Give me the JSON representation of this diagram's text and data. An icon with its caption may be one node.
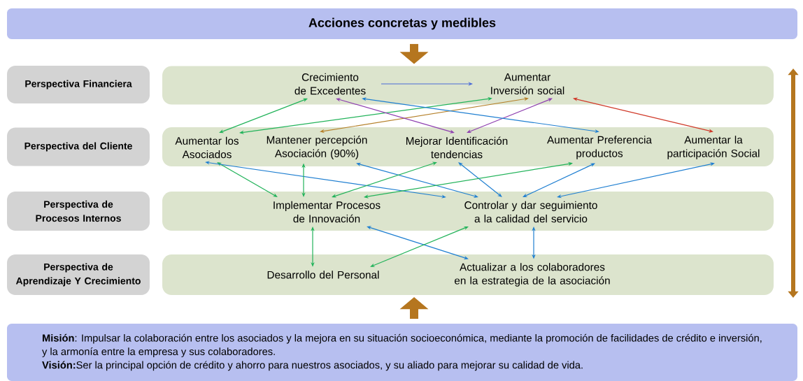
{
  "diagram": {
    "nodes": [
      {
        "text": [
          "Acciones concretas y medibles"
        ]
      },
      {
        "text": [
          "Perspectiva Financiera"
        ]
      },
      {
        "text": [],
        "shape": "box"
      },
      {
        "text": [
          "Crecimiento de Excedentes"
        ],
        "in": 2
      },
      {
        "text": [
          "Aumentar Inversión social"
        ],
        "in": 2
      },
      {
        "text": [
          "Perspectiva del Cliente"
        ]
      },
      {
        "text": [],
        "shape": "box"
      },
      {
        "text": [
          "Aumentar los Asociados"
        ],
        "in": 6
      },
      {
        "text": [
          "Mantener percepción Asociación (90%)"
        ],
        "in": 6
      },
      {
        "text": [
          "Mejorar Identificación tendencias"
        ],
        "in": 6
      },
      {
        "text": [
          "Aumentar Preferencia productos"
        ],
        "in": 6
      },
      {
        "text": [
          "Aumentar la participación Social"
        ],
        "in": 6
      },
      {
        "text": [
          "Perspectiva de Procesos Internos"
        ]
      },
      {
        "text": [],
        "shape": "box"
      },
      {
        "text": [
          "Implementar Procesos de Innovación"
        ],
        "in": 13
      },
      {
        "text": [
          "Controlar y dar seguimiento a la calidad del servicio"
        ],
        "in": 13
      },
      {
        "text": [
          "Perspectiva de Aprendizaje Y Crecimiento"
        ]
      },
      {
        "text": [],
        "shape": "box"
      },
      {
        "text": [
          "Desarrollo del Personal"
        ],
        "in": 17
      },
      {
        "text": [
          "Actualizar a los colaboradores en la estrategia de la asociación"
        ],
        "in": 17
      },
      {
        "text": [
          "**Misión**: Impulsar la colaboración entre los asociados y la mejora en su situación socioeconómica, mediante la promoción de facilidades de crédito e inversión, y la armonía entre la empresa y sus colaboradores.",
          "**Visión:**Ser la principal opción de crédito y ahorro para nuestros asociados, y su aliado para mejorar su calidad de vida."
        ]
      }
    ],
    "edges": [
      {
        "from": 3,
        "to": 4,
        "arrow": "to",
        "color": "#4a6ad8"
      },
      {
        "from": 3,
        "to": 7,
        "arrow": "both",
        "color": "#22b35a"
      },
      {
        "from": 4,
        "to": 7,
        "arrow": "both",
        "color": "#22b35a"
      },
      {
        "from": 4,
        "to": 8,
        "arrow": "both",
        "color": "#b5802a"
      },
      {
        "from": 3,
        "to": 9,
        "arrow": "both",
        "color": "#8e3fb0"
      },
      {
        "from": 4,
        "to": 9,
        "arrow": "both",
        "color": "#8e3fb0"
      },
      {
        "from": 3,
        "to": 10,
        "arrow": "both",
        "color": "#1f7fd1"
      },
      {
        "from": 4,
        "to": 11,
        "arrow": "both",
        "color": "#d03a2a"
      },
      {
        "from": 7,
        "to": 14,
        "arrow": "both",
        "color": "#22b35a"
      },
      {
        "from": 7,
        "to": 15,
        "arrow": "both",
        "color": "#1f7fd1"
      },
      {
        "from": 8,
        "to": 14,
        "arrow": "both",
        "color": "#22b35a"
      },
      {
        "from": 8,
        "to": 15,
        "arrow": "both",
        "color": "#1f7fd1"
      },
      {
        "from": 9,
        "to": 14,
        "arrow": "both",
        "color": "#22b35a"
      },
      {
        "from": 9,
        "to": 15,
        "arrow": "both",
        "color": "#1f7fd1"
      },
      {
        "from": 10,
        "to": 14,
        "arrow": "both",
        "color": "#22b35a"
      },
      {
        "from": 10,
        "to": 15,
        "arrow": "both",
        "color": "#1f7fd1"
      },
      {
        "from": 11,
        "to": 15,
        "arrow": "both",
        "color": "#1f7fd1"
      },
      {
        "from": 14,
        "to": 18,
        "arrow": "both",
        "color": "#22b35a"
      },
      {
        "from": 14,
        "to": 19,
        "arrow": "both",
        "color": "#1f7fd1"
      },
      {
        "from": 15,
        "to": 18,
        "arrow": "both",
        "color": "#22b35a"
      },
      {
        "from": 15,
        "to": 19,
        "arrow": "both",
        "color": "#1f7fd1"
      },
      {
        "from": 0,
        "to": 2,
        "arrow": "to",
        "style": "thick",
        "color": "#b5761f"
      },
      {
        "from": 20,
        "to": 17,
        "arrow": "to",
        "style": "thick",
        "color": "#b5761f"
      }
    ]
  }
}
